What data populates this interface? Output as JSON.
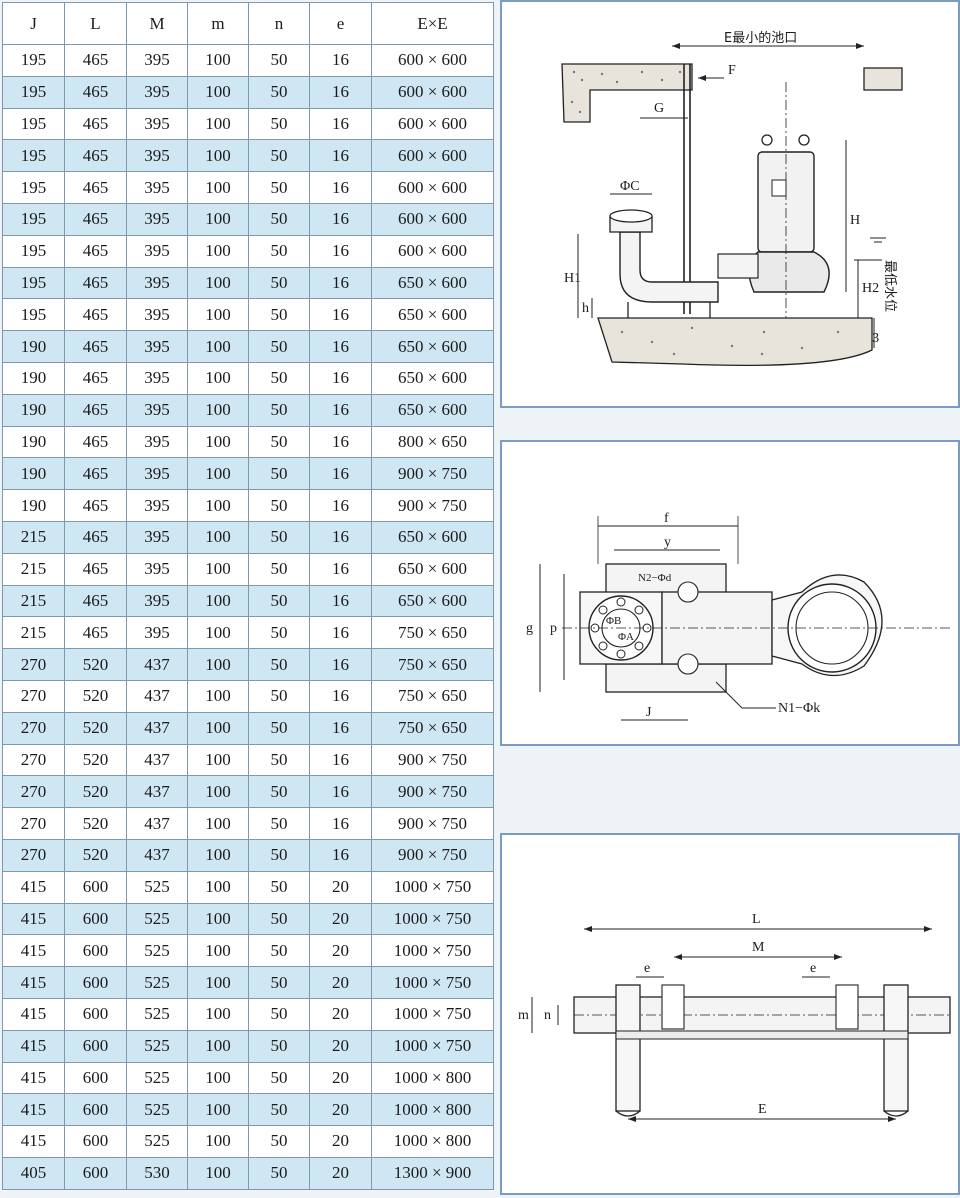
{
  "table": {
    "headers": [
      "J",
      "L",
      "M",
      "m",
      "n",
      "e",
      "E×E"
    ],
    "rows": [
      [
        "195",
        "465",
        "395",
        "100",
        "50",
        "16",
        "600 × 600"
      ],
      [
        "195",
        "465",
        "395",
        "100",
        "50",
        "16",
        "600 × 600"
      ],
      [
        "195",
        "465",
        "395",
        "100",
        "50",
        "16",
        "600 × 600"
      ],
      [
        "195",
        "465",
        "395",
        "100",
        "50",
        "16",
        "600 × 600"
      ],
      [
        "195",
        "465",
        "395",
        "100",
        "50",
        "16",
        "600 × 600"
      ],
      [
        "195",
        "465",
        "395",
        "100",
        "50",
        "16",
        "600 × 600"
      ],
      [
        "195",
        "465",
        "395",
        "100",
        "50",
        "16",
        "600 × 600"
      ],
      [
        "195",
        "465",
        "395",
        "100",
        "50",
        "16",
        "650 × 600"
      ],
      [
        "195",
        "465",
        "395",
        "100",
        "50",
        "16",
        "650 × 600"
      ],
      [
        "190",
        "465",
        "395",
        "100",
        "50",
        "16",
        "650 × 600"
      ],
      [
        "190",
        "465",
        "395",
        "100",
        "50",
        "16",
        "650 × 600"
      ],
      [
        "190",
        "465",
        "395",
        "100",
        "50",
        "16",
        "650 × 600"
      ],
      [
        "190",
        "465",
        "395",
        "100",
        "50",
        "16",
        "800 × 650"
      ],
      [
        "190",
        "465",
        "395",
        "100",
        "50",
        "16",
        "900 × 750"
      ],
      [
        "190",
        "465",
        "395",
        "100",
        "50",
        "16",
        "900 × 750"
      ],
      [
        "215",
        "465",
        "395",
        "100",
        "50",
        "16",
        "650 × 600"
      ],
      [
        "215",
        "465",
        "395",
        "100",
        "50",
        "16",
        "650 × 600"
      ],
      [
        "215",
        "465",
        "395",
        "100",
        "50",
        "16",
        "650 × 600"
      ],
      [
        "215",
        "465",
        "395",
        "100",
        "50",
        "16",
        "750 × 650"
      ],
      [
        "270",
        "520",
        "437",
        "100",
        "50",
        "16",
        "750 × 650"
      ],
      [
        "270",
        "520",
        "437",
        "100",
        "50",
        "16",
        "750 × 650"
      ],
      [
        "270",
        "520",
        "437",
        "100",
        "50",
        "16",
        "750 × 650"
      ],
      [
        "270",
        "520",
        "437",
        "100",
        "50",
        "16",
        "900 × 750"
      ],
      [
        "270",
        "520",
        "437",
        "100",
        "50",
        "16",
        "900 × 750"
      ],
      [
        "270",
        "520",
        "437",
        "100",
        "50",
        "16",
        "900 × 750"
      ],
      [
        "270",
        "520",
        "437",
        "100",
        "50",
        "16",
        "900 × 750"
      ],
      [
        "415",
        "600",
        "525",
        "100",
        "50",
        "20",
        "1000 × 750"
      ],
      [
        "415",
        "600",
        "525",
        "100",
        "50",
        "20",
        "1000 × 750"
      ],
      [
        "415",
        "600",
        "525",
        "100",
        "50",
        "20",
        "1000 × 750"
      ],
      [
        "415",
        "600",
        "525",
        "100",
        "50",
        "20",
        "1000 × 750"
      ],
      [
        "415",
        "600",
        "525",
        "100",
        "50",
        "20",
        "1000 × 750"
      ],
      [
        "415",
        "600",
        "525",
        "100",
        "50",
        "20",
        "1000 × 750"
      ],
      [
        "415",
        "600",
        "525",
        "100",
        "50",
        "20",
        "1000 × 800"
      ],
      [
        "415",
        "600",
        "525",
        "100",
        "50",
        "20",
        "1000 × 800"
      ],
      [
        "415",
        "600",
        "525",
        "100",
        "50",
        "20",
        "1000 × 800"
      ],
      [
        "405",
        "600",
        "530",
        "100",
        "50",
        "20",
        "1300 × 900"
      ]
    ]
  },
  "diagram_side": {
    "pit_label": "E最小的池口",
    "force": "F",
    "g": "G",
    "phi_c": "ΦC",
    "h_big": "H",
    "h1": "H1",
    "h2": "H2",
    "h3": "H3",
    "h_small": "h",
    "low_water": "最低水位"
  },
  "diagram_plan": {
    "f": "f",
    "y": "y",
    "n2": "N2−Φd",
    "g": "g",
    "p": "p",
    "phi_b": "ΦB",
    "phi_a": "ΦA",
    "j": "J",
    "n1": "N1−Φk"
  },
  "diagram_base": {
    "l": "L",
    "m_upper": "M",
    "e_left": "e",
    "e_right": "e",
    "m_lower": "m",
    "n": "n",
    "e_bottom": "E"
  }
}
